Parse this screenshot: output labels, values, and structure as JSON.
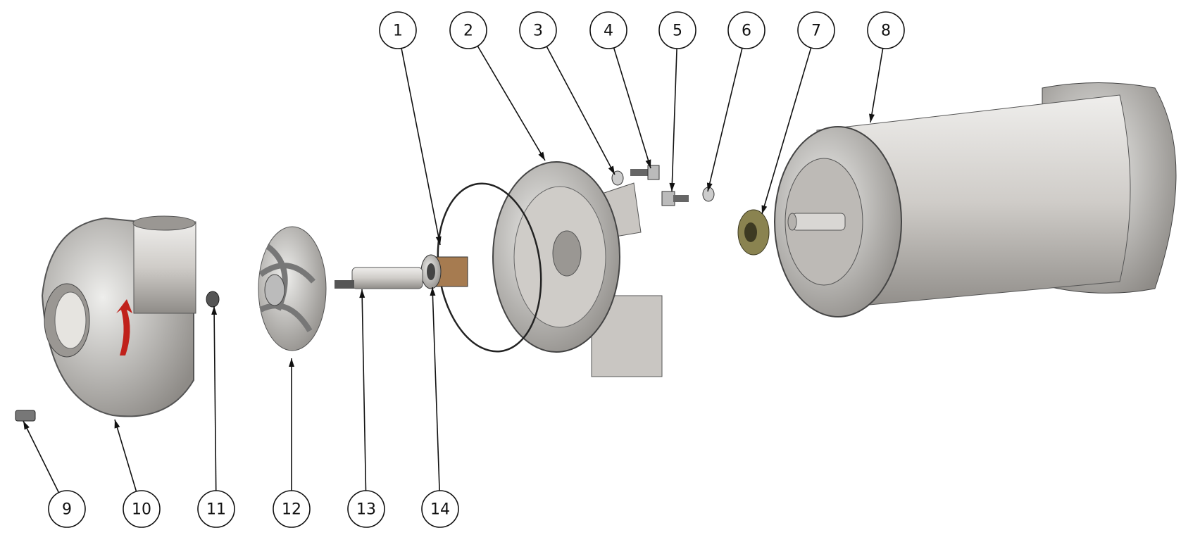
{
  "diagram": {
    "type": "exploded-view assembly drawing",
    "balloons": [
      {
        "label": "1",
        "part": "o-ring"
      },
      {
        "label": "2",
        "part": "adapter-bracket"
      },
      {
        "label": "3",
        "part": "washer"
      },
      {
        "label": "4",
        "part": "bolt"
      },
      {
        "label": "5",
        "part": "bolt"
      },
      {
        "label": "6",
        "part": "washer"
      },
      {
        "label": "7",
        "part": "shaft-collar"
      },
      {
        "label": "8",
        "part": "motor"
      },
      {
        "label": "9",
        "part": "drain-plug"
      },
      {
        "label": "10",
        "part": "pump-casing"
      },
      {
        "label": "11",
        "part": "impeller-nut"
      },
      {
        "label": "12",
        "part": "impeller"
      },
      {
        "label": "13",
        "part": "shaft-sleeve"
      },
      {
        "label": "14",
        "part": "mechanical-seal"
      }
    ],
    "colors": {
      "metal": "#c9c6c2",
      "dark": "#6e6b68",
      "arrow": "#c0211b",
      "brass": "#8a8350"
    }
  }
}
